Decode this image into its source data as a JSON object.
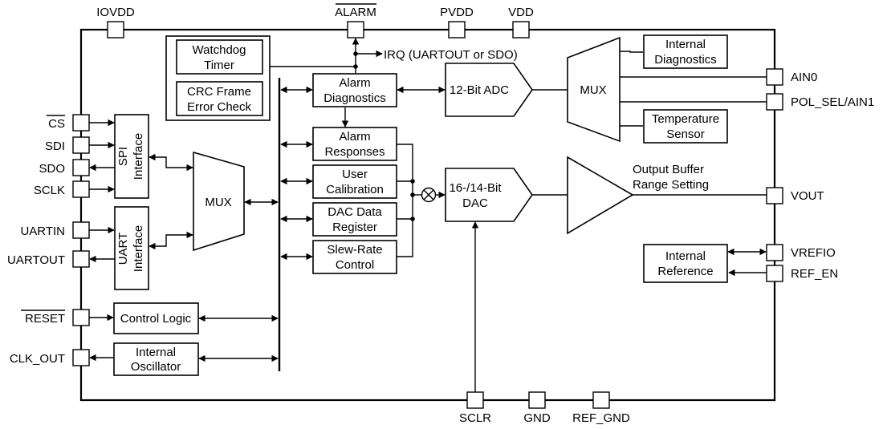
{
  "pins": {
    "iovdd": "IOVDD",
    "alarm": "ALARM",
    "pvdd": "PVDD",
    "vdd": "VDD",
    "cs": "CS",
    "sdi": "SDI",
    "sdo": "SDO",
    "sclk": "SCLK",
    "uartin": "UARTIN",
    "uartout": "UARTOUT",
    "reset": "RESET",
    "clk_out": "CLK_OUT",
    "ain0": "AIN0",
    "pol_sel": "POL_SEL/AIN1",
    "vout": "VOUT",
    "vrefio": "VREFIO",
    "ref_en": "REF_EN",
    "sclr": "SCLR",
    "gnd": "GND",
    "ref_gnd": "REF_GND"
  },
  "blocks": {
    "watchdog": [
      "Watchdog",
      "Timer"
    ],
    "crc": [
      "CRC Frame",
      "Error Check"
    ],
    "spi": [
      "SPI",
      "Interface"
    ],
    "uart": [
      "UART",
      "Interface"
    ],
    "mux_left": "MUX",
    "alarm_diag": [
      "Alarm",
      "Diagnostics"
    ],
    "alarm_resp": [
      "Alarm",
      "Responses"
    ],
    "user_cal": [
      "User",
      "Calibration"
    ],
    "dac_reg": [
      "DAC Data",
      "Register"
    ],
    "slew": [
      "Slew-Rate",
      "Control"
    ],
    "control_logic": "Control Logic",
    "oscillator": [
      "Internal",
      "Oscillator"
    ],
    "adc": "12-Bit ADC",
    "dac": [
      "16-/14-Bit",
      "DAC"
    ],
    "mux_right": "MUX",
    "internal_diag": [
      "Internal",
      "Diagnostics"
    ],
    "temp_sensor": [
      "Temperature",
      "Sensor"
    ],
    "output_buffer": [
      "Output Buffer",
      "Range Setting"
    ],
    "internal_ref": [
      "Internal",
      "Reference"
    ]
  },
  "labels": {
    "irq": "IRQ (UARTOUT or SDO)"
  },
  "multiplier_symbol": "⊗"
}
